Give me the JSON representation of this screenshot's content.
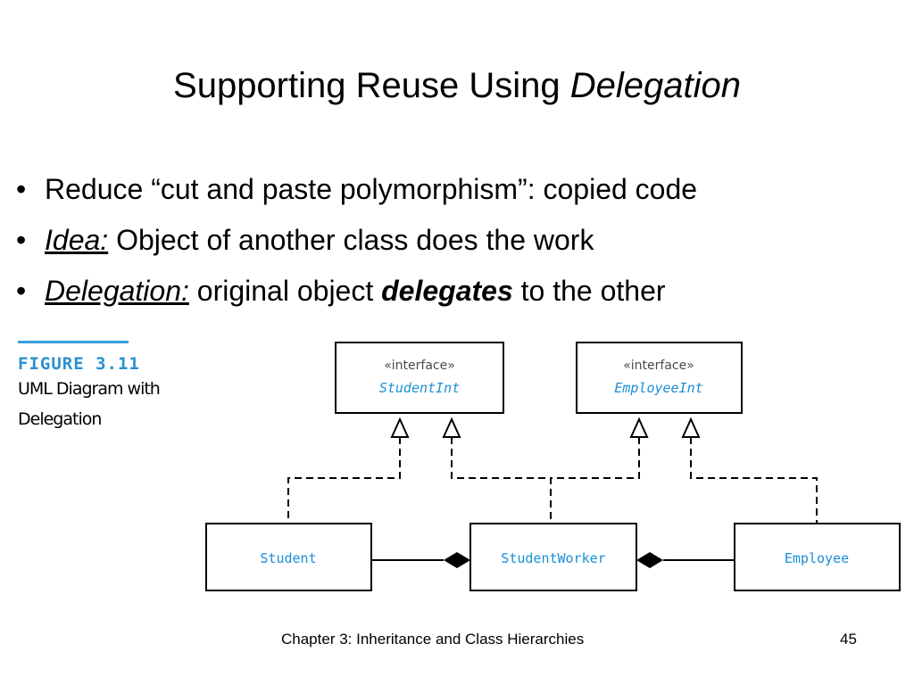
{
  "slide": {
    "title_main": "Supporting Reuse Using ",
    "title_italic": "Delegation",
    "bullets": [
      {
        "text": "Reduce “cut and paste polymorphism”: copied code"
      },
      {
        "label": "Idea:",
        "text": " Object of another class does the work"
      },
      {
        "label": "Delegation:",
        "text_before": " original object ",
        "bold": "delegates",
        "text_after": " to the other"
      }
    ],
    "bullet_char": "•"
  },
  "figure": {
    "number": "FIGURE 3.11",
    "caption_line1": "UML Diagram with",
    "caption_line2": "Delegation"
  },
  "diagram": {
    "interfaces": [
      {
        "stereotype": "«interface»",
        "name": "StudentInt"
      },
      {
        "stereotype": "«interface»",
        "name": "EmployeeInt"
      }
    ],
    "classes": [
      {
        "name": "Student"
      },
      {
        "name": "StudentWorker"
      },
      {
        "name": "Employee"
      }
    ],
    "colors": {
      "class_name": "#1a8fd6",
      "rule": "#3aa0dd"
    }
  },
  "footer": {
    "text": "Chapter 3: Inheritance and Class Hierarchies",
    "page": "45"
  }
}
